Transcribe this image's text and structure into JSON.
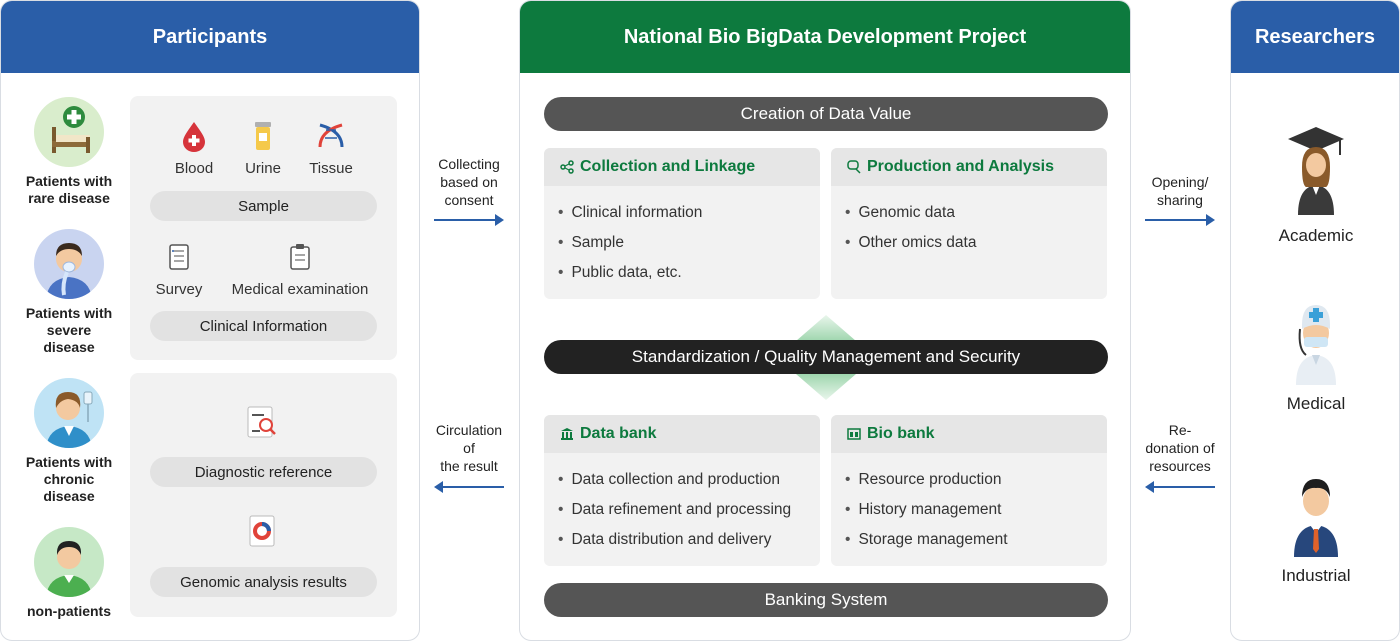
{
  "participants": {
    "title": "Participants",
    "persons": [
      {
        "label": "Patients with rare disease",
        "lines": [
          "Patients with",
          "rare disease"
        ]
      },
      {
        "label": "Patients with severe disease",
        "lines": [
          "Patients with",
          "severe",
          "disease"
        ]
      },
      {
        "label": "Patients with chronic disease",
        "lines": [
          "Patients with",
          "chronic",
          "disease"
        ]
      },
      {
        "label": "non-patients",
        "lines": [
          "non-patients"
        ]
      }
    ],
    "sample_items": [
      "Blood",
      "Urine",
      "Tissue"
    ],
    "sample_label": "Sample",
    "clinical_items": [
      "Survey",
      "Medical examination"
    ],
    "clinical_label": "Clinical Information",
    "diagnostic_label": "Diagnostic reference",
    "genomic_label": "Genomic analysis results"
  },
  "flows": {
    "collecting": [
      "Collecting",
      "based on",
      "consent"
    ],
    "circulation": [
      "Circulation",
      "of",
      "the result"
    ],
    "opening": [
      "Opening/",
      "sharing"
    ],
    "redonation": [
      "Re-",
      "donation of",
      "resources"
    ]
  },
  "center": {
    "title": "National Bio BigData Development Project",
    "creation": "Creation of Data Value",
    "standardization": "Standardization / Quality Management and Security",
    "banking": "Banking System",
    "cards": [
      {
        "title": "Collection and Linkage",
        "items": [
          "Clinical information",
          "Sample",
          "Public data, etc."
        ]
      },
      {
        "title": "Production and Analysis",
        "items": [
          "Genomic data",
          "Other omics data"
        ]
      },
      {
        "title": "Data bank",
        "items": [
          "Data collection and production",
          "Data refinement and processing",
          "Data distribution and delivery"
        ]
      },
      {
        "title": "Bio bank",
        "items": [
          "Resource production",
          "History management",
          "Storage management"
        ]
      }
    ]
  },
  "researchers": {
    "title": "Researchers",
    "items": [
      "Academic",
      "Medical",
      "Industrial"
    ]
  },
  "colors": {
    "blue": "#2a5ea8",
    "green": "#0d7a3e",
    "dark_gray": "#555555",
    "black": "#222222"
  }
}
